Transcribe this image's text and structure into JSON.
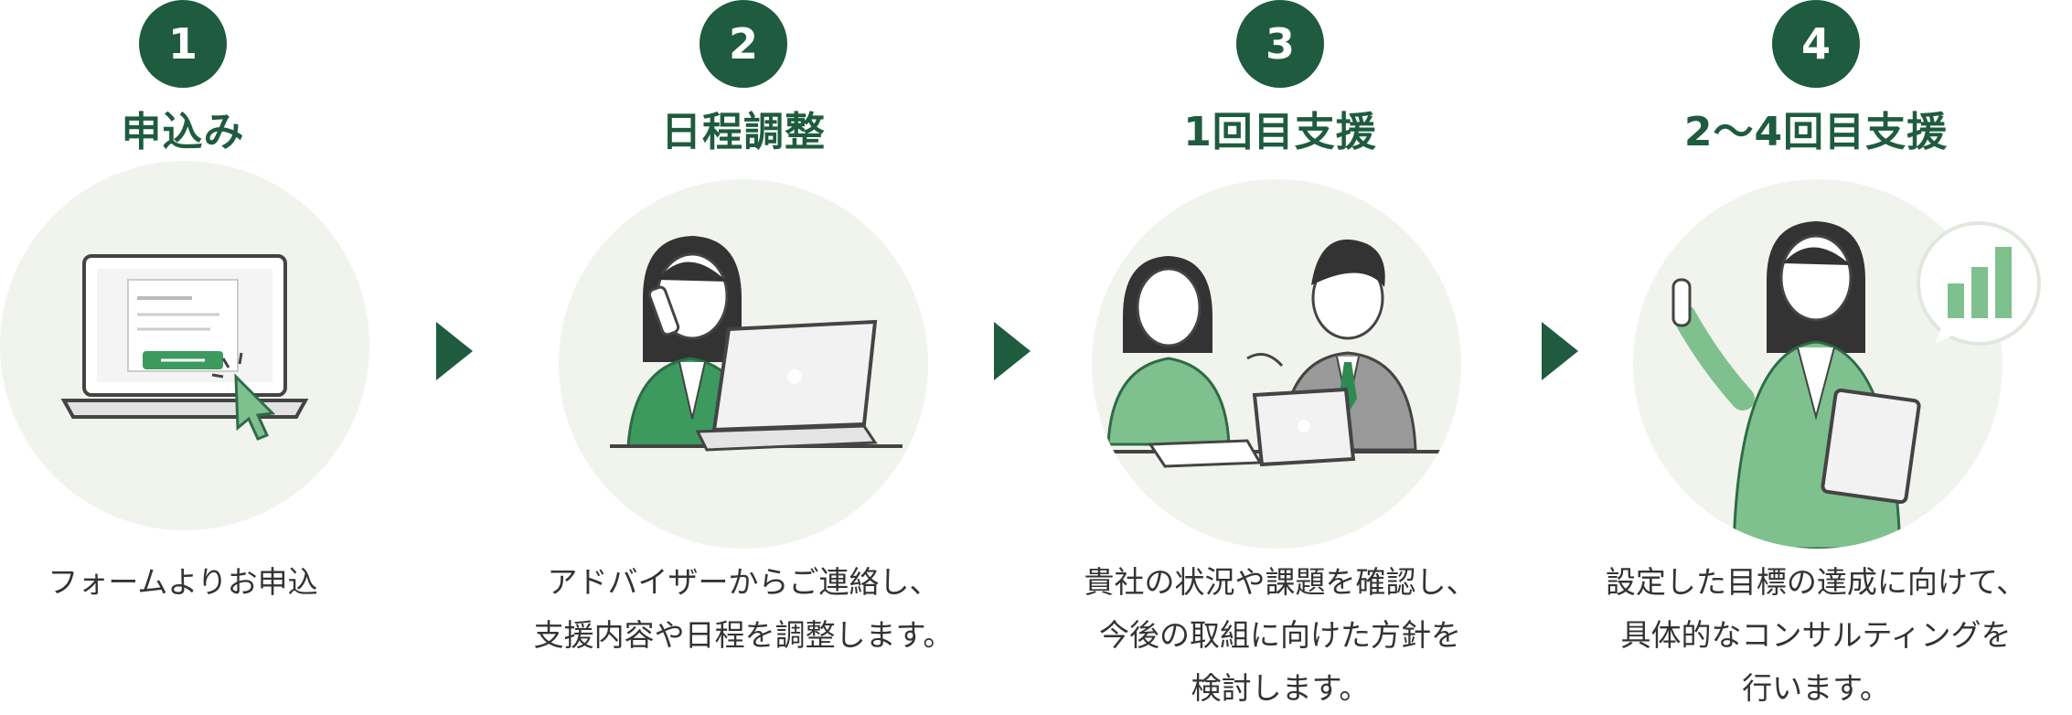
{
  "colors": {
    "accent": "#1e5b3f",
    "circle_bg": "#f1f4ec",
    "green_mid": "#3c9a5f",
    "green_light": "#7fc18e"
  },
  "steps": [
    {
      "number": "1",
      "title": "申込み",
      "desc_lines": [
        "フォームよりお申込"
      ],
      "illustration": "laptop-form-click-icon"
    },
    {
      "number": "2",
      "title": "日程調整",
      "desc_lines": [
        "アドバイザーからご連絡し、",
        "支援内容や日程を調整します。"
      ],
      "illustration": "woman-phone-laptop-icon"
    },
    {
      "number": "3",
      "title": "1回目支援",
      "desc_lines": [
        "貴社の状況や課題を確認し、",
        "今後の取組に向けた方針を",
        "検討します。"
      ],
      "illustration": "meeting-two-people-icon"
    },
    {
      "number": "4",
      "title": "2〜4回目支援",
      "desc_lines": [
        "設定した目標の達成に向けて、",
        "具体的なコンサルティングを",
        "行います。"
      ],
      "illustration": "woman-pointing-chart-icon"
    }
  ]
}
